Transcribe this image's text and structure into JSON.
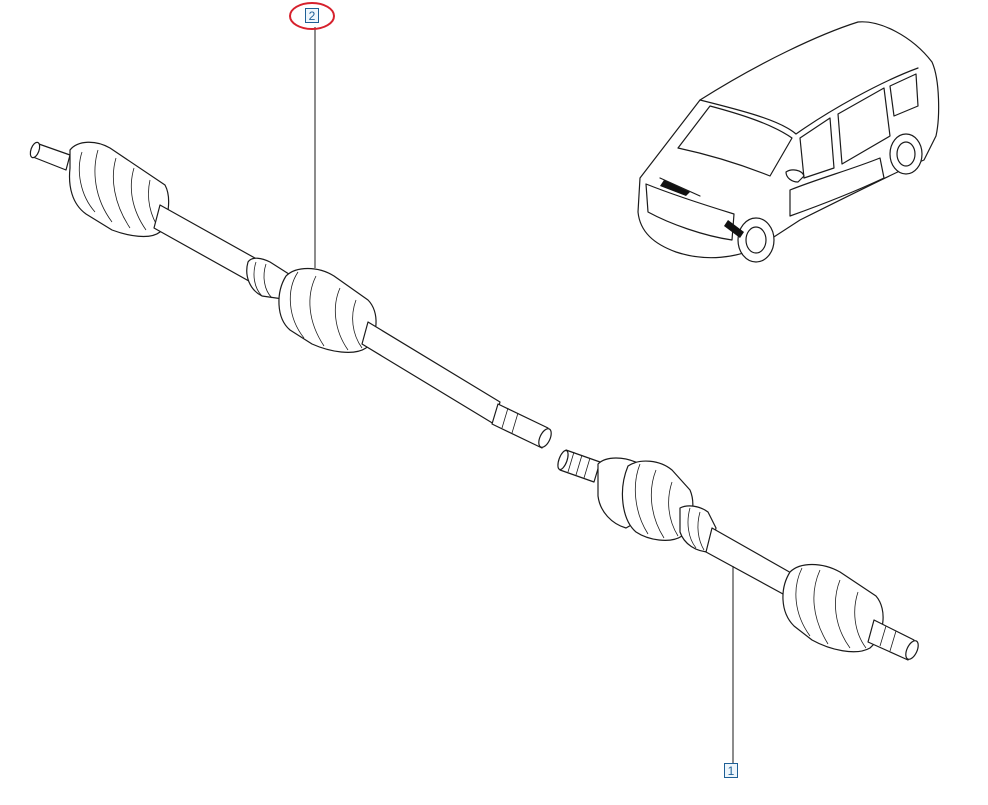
{
  "diagram": {
    "callouts": [
      {
        "id": "callout-2",
        "label": "2",
        "highlighted": true
      },
      {
        "id": "callout-1",
        "label": "1",
        "highlighted": false
      }
    ],
    "highlight_color": "#d6202c",
    "callout_color": "#1d5f96",
    "line_color": "#1a1a1a"
  }
}
